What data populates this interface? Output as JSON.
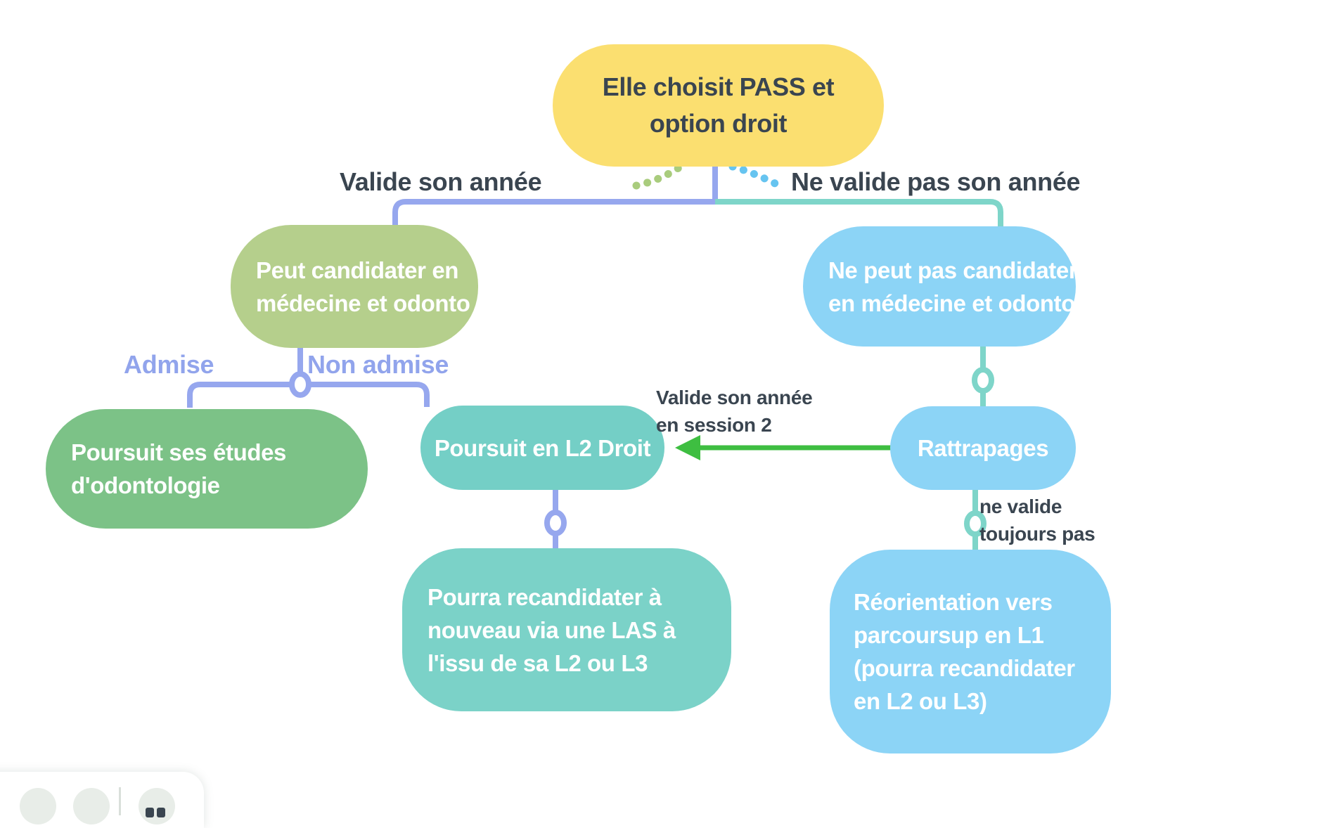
{
  "diagram": {
    "root": {
      "lines": [
        "Elle choisit PASS et",
        "option droit"
      ]
    },
    "branch_pass_label": "Valide son année",
    "branch_fail_label": "Ne valide pas son année",
    "left": {
      "can_apply": {
        "lines": [
          "Peut candidater en",
          "médecine et odonto"
        ]
      },
      "admitted_label": "Admise",
      "not_admitted_label": "Non admise",
      "odontology": {
        "lines": [
          "Poursuit ses études",
          "d'odontologie"
        ]
      },
      "l2_droit": {
        "lines": [
          "Poursuit en L2 Droit"
        ]
      },
      "las": {
        "lines": [
          "Pourra recandidater à",
          "nouveau via une LAS à",
          "l'issu de sa L2 ou L3"
        ]
      }
    },
    "right": {
      "cannot_apply": {
        "lines": [
          "Ne peut pas candidater",
          "en médecine et odonto"
        ]
      },
      "rattrapages": {
        "lines": [
          "Rattrapages"
        ]
      },
      "session2_label": {
        "lines": [
          "Valide son année",
          "en session 2"
        ]
      },
      "still_fail_label": {
        "lines": [
          "ne valide",
          "toujours pas"
        ]
      }
    },
    "reorientation": {
      "lines": [
        "Réorientation vers",
        "parcoursup en L1",
        "(pourra recandidater",
        "en L2 ou L3)"
      ]
    }
  },
  "colors": {
    "root_fill": "#FBDF70",
    "green_light_fill": "#B5CF8C",
    "green_mid_fill": "#7CC287",
    "teal_fill": "#74CFC6",
    "blue_fill": "#8CD4F6",
    "purple_edge": "#96A7EE",
    "teal_edge": "#7ED5C9",
    "green_arrow": "#3EBE41",
    "dot_green": "#A9CC7D",
    "dot_blue": "#66C4F0",
    "dark_text": "#3A4550",
    "purple_label_text": "#91A4EC"
  }
}
